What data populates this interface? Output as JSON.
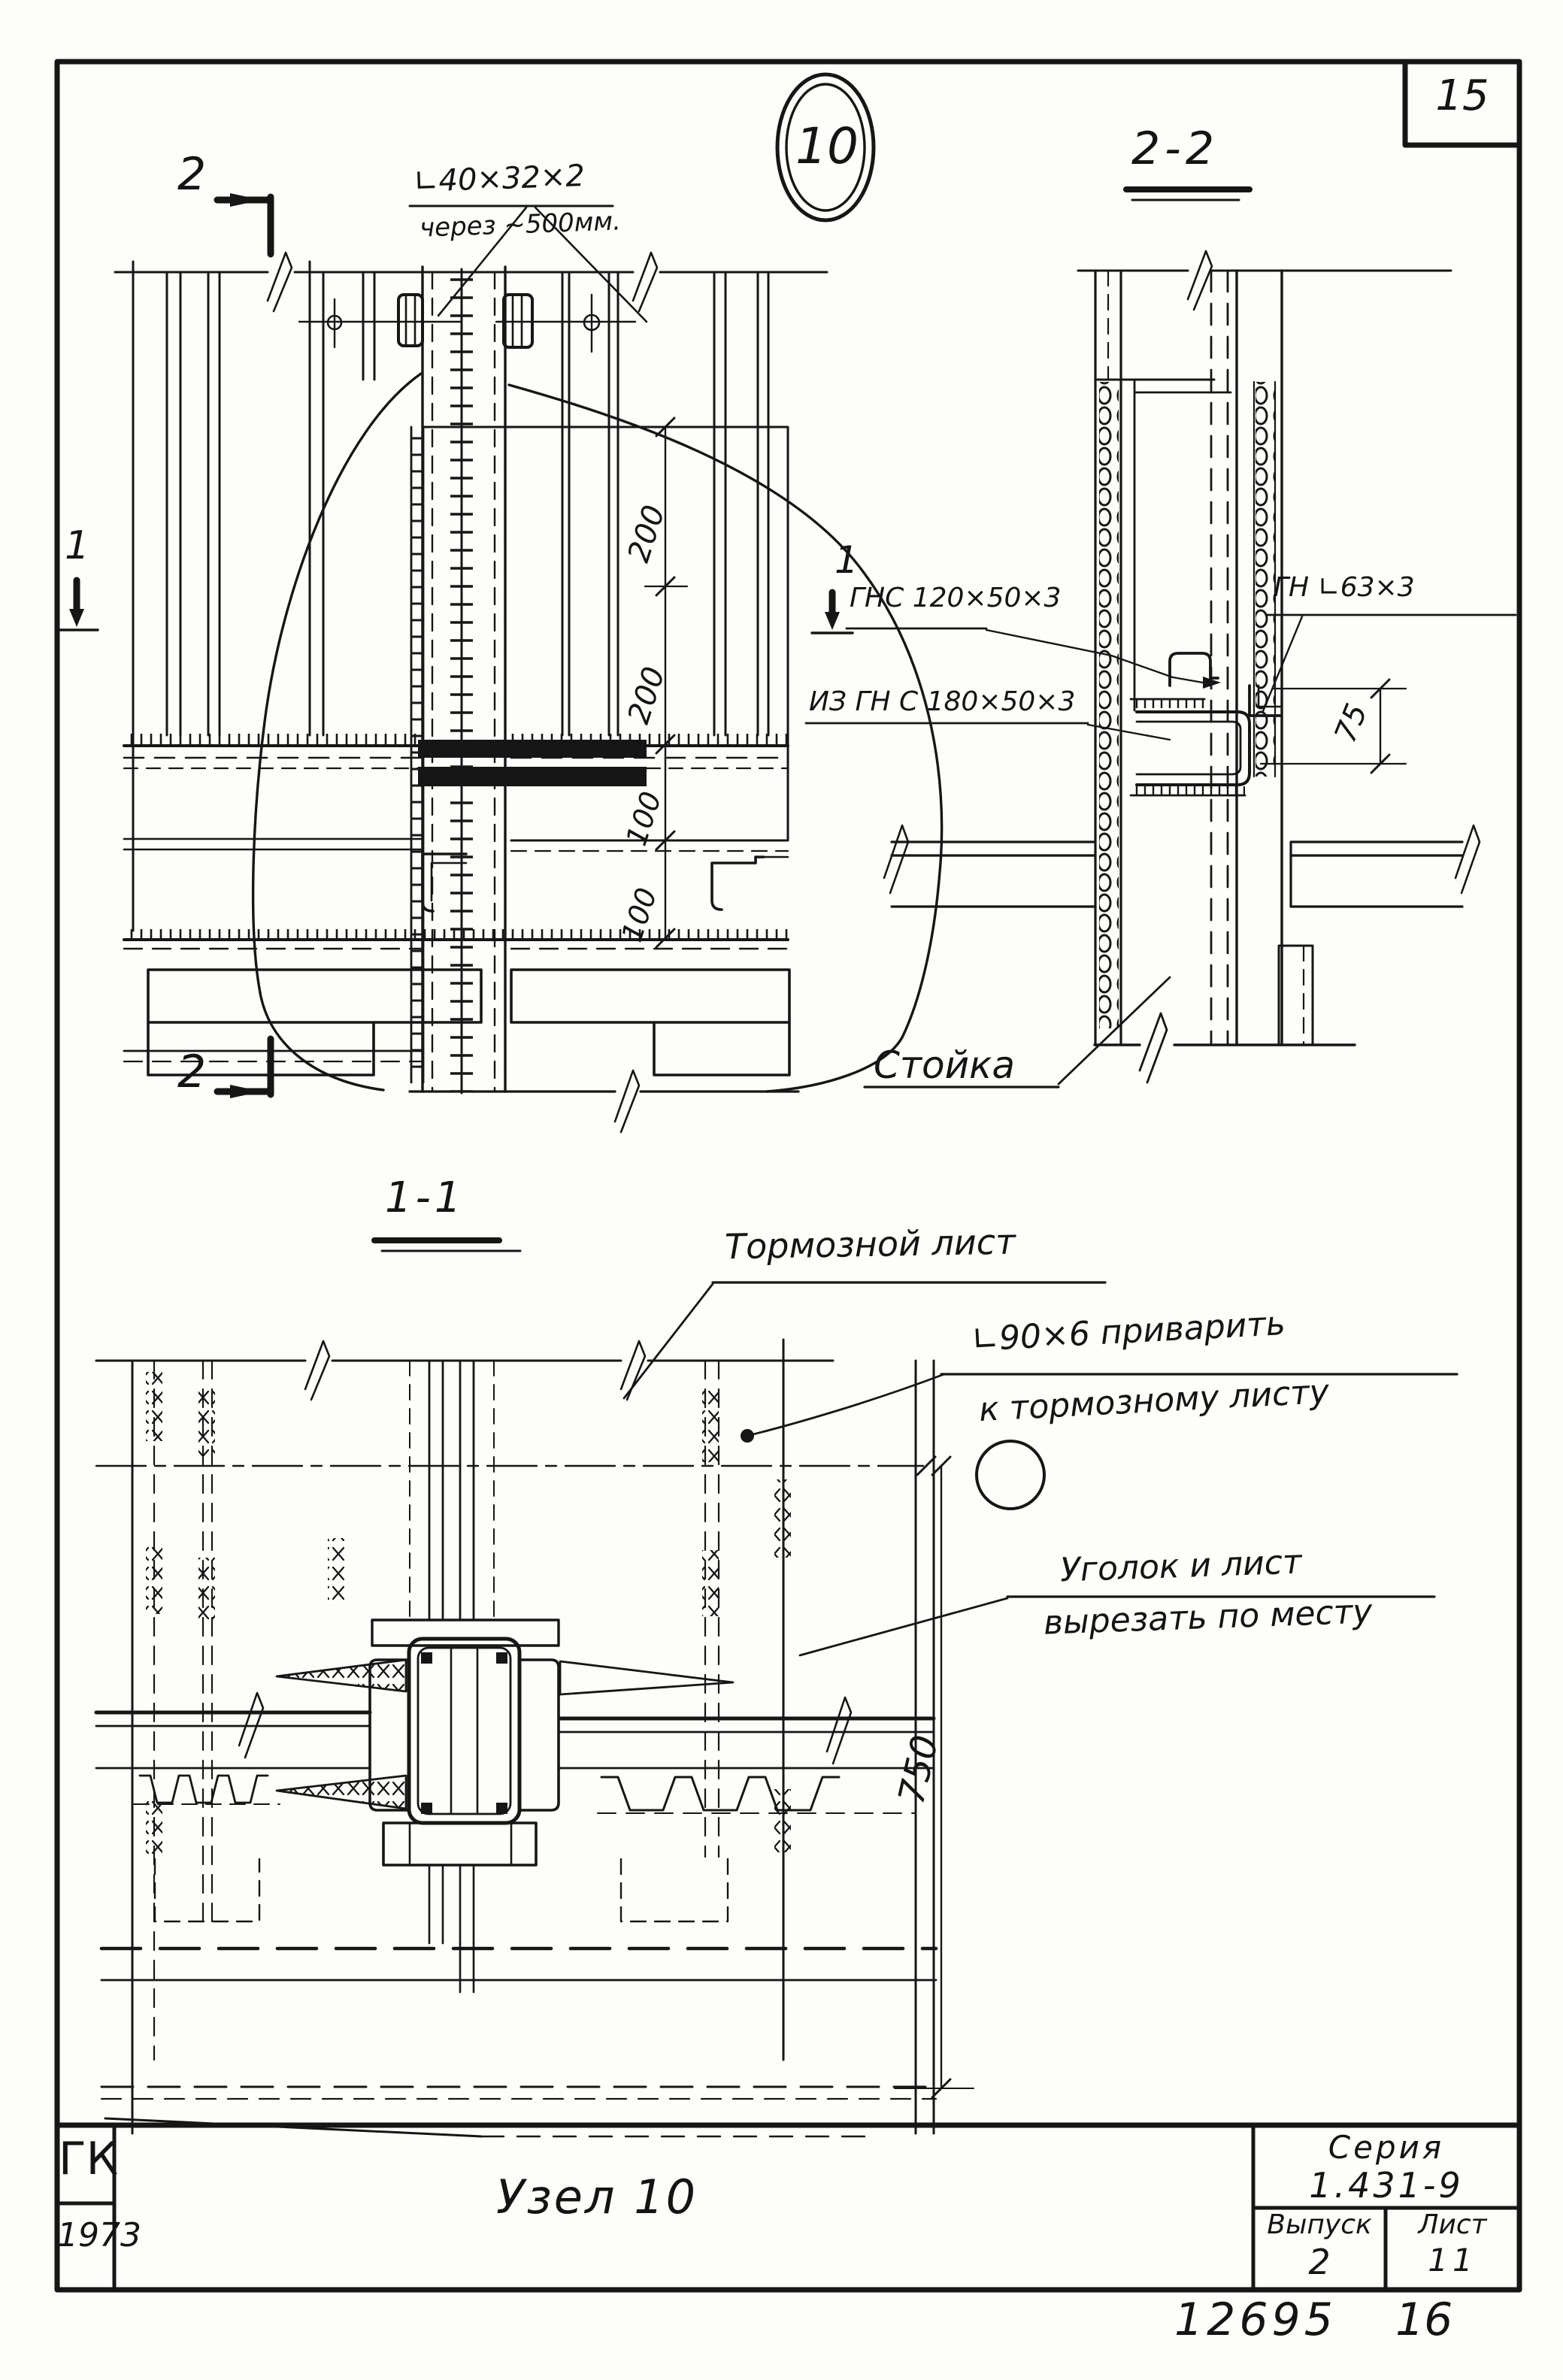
{
  "frame": {
    "sheet_corner_number": "15"
  },
  "node_badge": {
    "number": "10"
  },
  "section_markers": {
    "top": "2",
    "bottom": "2",
    "left": "1",
    "right": "1"
  },
  "view_labels": {
    "section_2_2": "2-2",
    "section_1_1": "1-1"
  },
  "annotations": {
    "angle_spacing_line1": "∟40×32×2",
    "angle_spacing_line2": "через ~500мм.",
    "gns_profile": "ГНС 120×50×3",
    "gn_angle": "ГН ∟63×3",
    "iz_gn_channel": "ИЗ ГН С 180×50×3",
    "stoika": "Стойка",
    "tormoznoy_list": "Тормозной лист",
    "weld_line1": "∟90×6 приварить",
    "weld_line2": "к тормозному листу",
    "cut_line1": "Уголок и лист",
    "cut_line2": "вырезать по месту"
  },
  "dimensions": {
    "v1_d1": "200",
    "v1_d2": "200",
    "v1_d3": "100",
    "v1_d4": "100",
    "v22_d1": "75",
    "v11_d1": "750"
  },
  "title_block": {
    "org_stamp": "ГК",
    "year": "1973",
    "drawing_title": "Узел 10",
    "series_label": "Серия",
    "series_value": "1.431-9",
    "issue_label": "Выпуск",
    "issue_value": "2",
    "sheet_label": "Лист",
    "sheet_value": "11",
    "doc_number": "12695",
    "page_number": "16"
  }
}
